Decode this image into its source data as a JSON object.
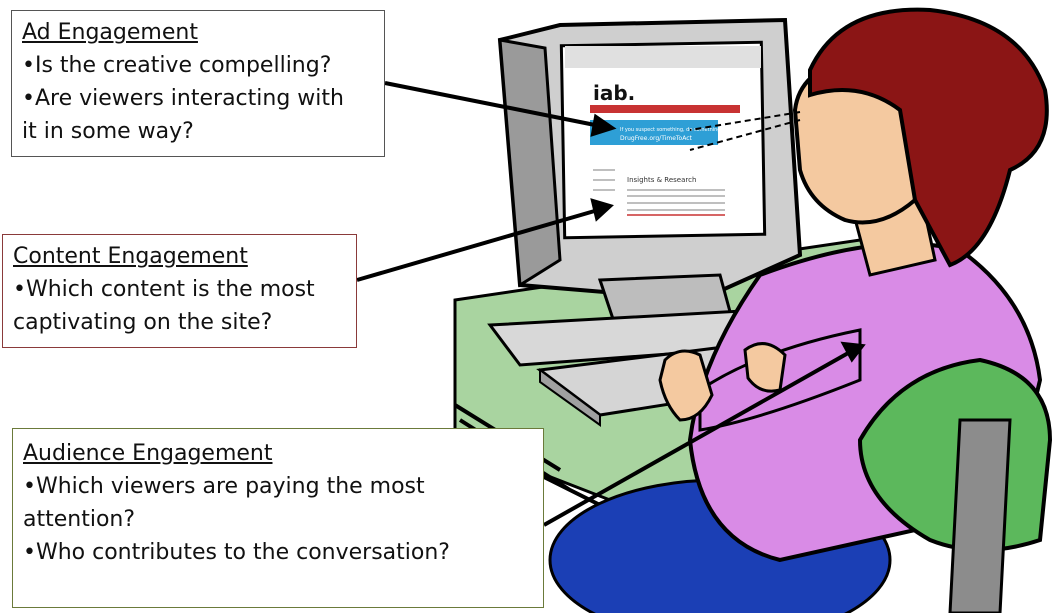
{
  "callouts": {
    "ad": {
      "heading": "Ad Engagement",
      "lines": [
        "•Is the creative compelling?",
        "•Are viewers interacting with",
        "it in some way?"
      ],
      "border_color": "#555555"
    },
    "content": {
      "heading": "Content Engagement",
      "lines": [
        "•Which content is the most",
        "captivating on the site?"
      ],
      "border_color": "#8a3a3a"
    },
    "audience": {
      "heading": "Audience Engagement",
      "lines": [
        "•Which viewers are paying the most",
        "attention?",
        "•Who contributes to the conversation?"
      ],
      "border_color": "#6b7a3a"
    }
  },
  "screen": {
    "logo": "iab.",
    "banner_line1": "If you suspect something, do something.",
    "banner_line2": "DrugFree.org/TimeToAct",
    "page_heading": "Insights & Research"
  },
  "colors": {
    "hair": "#8b1515",
    "skin": "#f4c9a0",
    "shirt": "#d98be6",
    "chair": "#5cb85c",
    "desk": "#a9d4a0",
    "pants": "#1b3fb5",
    "monitor": "#c9c9c9",
    "banner": "#2e9fd6"
  }
}
